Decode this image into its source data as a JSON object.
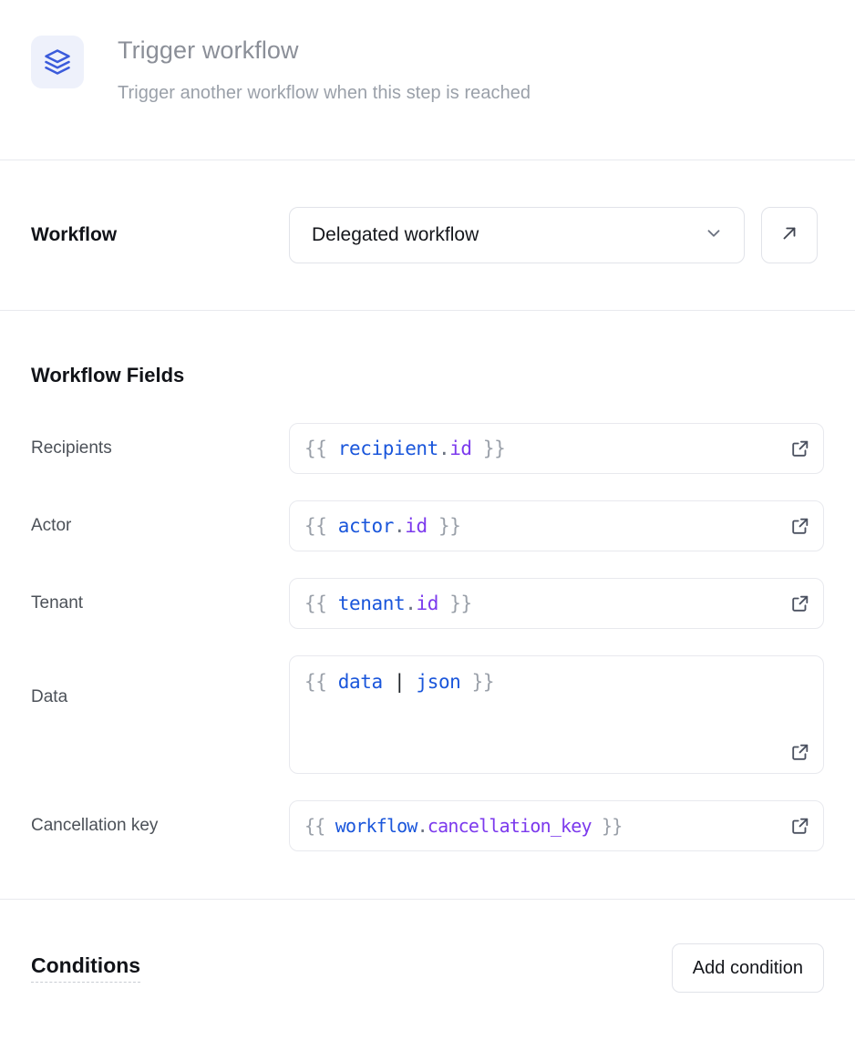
{
  "header": {
    "icon": "layers-stack-icon",
    "title": "Trigger workflow",
    "subtitle": "Trigger another workflow when this step is reached",
    "icon_color": "#3b5bdb",
    "icon_bg": "#eef1fb",
    "title_color": "#8b8f98"
  },
  "workflow": {
    "label": "Workflow",
    "selected": "Delegated workflow",
    "chevron_icon": "chevron-down-icon",
    "open_icon": "arrow-up-right-icon"
  },
  "fields": {
    "title": "Workflow Fields",
    "expand_icon": "external-link-icon",
    "items": [
      {
        "label": "Recipients",
        "multiline": false,
        "tokens": [
          {
            "t": "{{ ",
            "c": "tok-brace"
          },
          {
            "t": "recipient",
            "c": "tok-obj"
          },
          {
            "t": ".",
            "c": "tok-dot"
          },
          {
            "t": "id",
            "c": "tok-prop"
          },
          {
            "t": " }}",
            "c": "tok-brace"
          }
        ],
        "value": "{{ recipient.id }}"
      },
      {
        "label": "Actor",
        "multiline": false,
        "tokens": [
          {
            "t": "{{ ",
            "c": "tok-brace"
          },
          {
            "t": "actor",
            "c": "tok-obj"
          },
          {
            "t": ".",
            "c": "tok-dot"
          },
          {
            "t": "id",
            "c": "tok-prop"
          },
          {
            "t": " }}",
            "c": "tok-brace"
          }
        ],
        "value": "{{ actor.id }}"
      },
      {
        "label": "Tenant",
        "multiline": false,
        "tokens": [
          {
            "t": "{{ ",
            "c": "tok-brace"
          },
          {
            "t": "tenant",
            "c": "tok-obj"
          },
          {
            "t": ".",
            "c": "tok-dot"
          },
          {
            "t": "id",
            "c": "tok-prop"
          },
          {
            "t": " }}",
            "c": "tok-brace"
          }
        ],
        "value": "{{ tenant.id }}"
      },
      {
        "label": "Data",
        "multiline": true,
        "tokens": [
          {
            "t": "{{ ",
            "c": "tok-brace"
          },
          {
            "t": "data",
            "c": "tok-obj"
          },
          {
            "t": " | ",
            "c": "tok-pipe"
          },
          {
            "t": "json",
            "c": "tok-filter"
          },
          {
            "t": " }}",
            "c": "tok-brace"
          }
        ],
        "value": "{{ data | json }}"
      },
      {
        "label": "Cancellation key",
        "multiline": false,
        "small": true,
        "tokens": [
          {
            "t": "{{ ",
            "c": "tok-brace"
          },
          {
            "t": "workflow",
            "c": "tok-obj"
          },
          {
            "t": ".",
            "c": "tok-dot"
          },
          {
            "t": "cancellation_key",
            "c": "tok-prop"
          },
          {
            "t": " }}",
            "c": "tok-brace"
          }
        ],
        "value": "{{ workflow.cancellation_key }}"
      }
    ]
  },
  "conditions": {
    "title": "Conditions",
    "add_button": "Add condition"
  }
}
